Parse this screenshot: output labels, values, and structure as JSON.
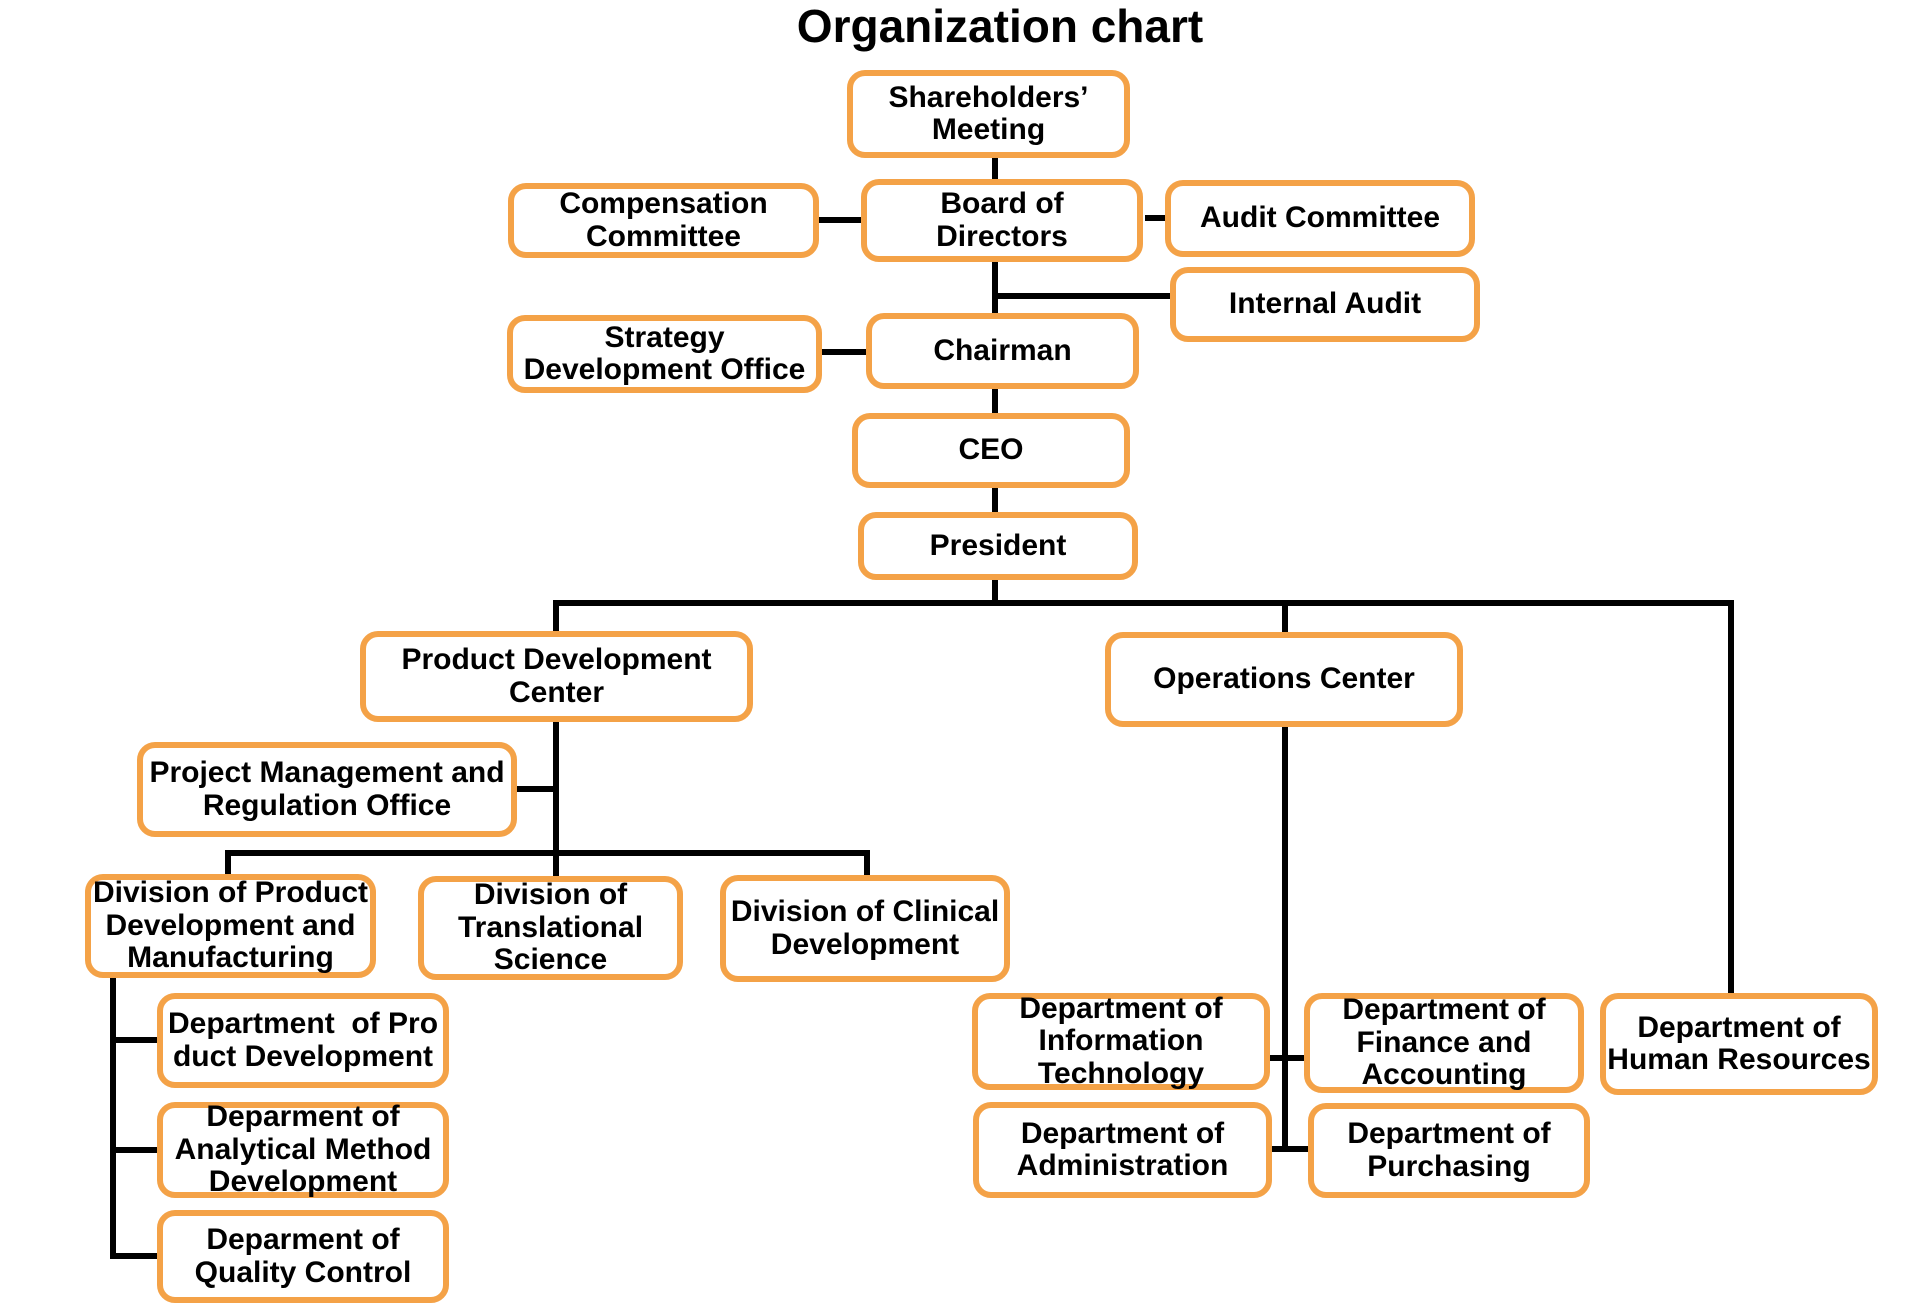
{
  "title": "Organization chart",
  "colors": {
    "accent": "#F4A247",
    "line": "#000000",
    "text": "#000000",
    "background": "#FFFFFF"
  },
  "nodes": {
    "shareholders_meeting": {
      "label": "Shareholders’\nMeeting"
    },
    "compensation_committee": {
      "label": "Compensation\nCommittee"
    },
    "board_of_directors": {
      "label": "Board of\nDirectors"
    },
    "audit_committee": {
      "label": "Audit Committee"
    },
    "internal_audit": {
      "label": "Internal Audit"
    },
    "strategy_development_office": {
      "label": "Strategy\nDevelopment Office"
    },
    "chairman": {
      "label": "Chairman"
    },
    "ceo": {
      "label": "CEO"
    },
    "president": {
      "label": "President"
    },
    "product_development_center": {
      "label": "Product Development\nCenter"
    },
    "operations_center": {
      "label": "Operations Center"
    },
    "project_management_regulation_office": {
      "label": "Project Management and\nRegulation Office"
    },
    "division_product_development_manufacturing": {
      "label": "Division of Product\nDevelopment and\nManufacturing"
    },
    "division_translational_science": {
      "label": "Division of\nTranslational\nScience"
    },
    "division_clinical_development": {
      "label": "Division of Clinical\nDevelopment"
    },
    "department_product_development": {
      "label": "Department  of Pro\nduct Development"
    },
    "department_analytical_method_development": {
      "label": "Deparment of\nAnalytical Method\nDevelopment"
    },
    "department_quality_control": {
      "label": "Deparment of\nQuality Control"
    },
    "department_information_technology": {
      "label": "Department of\nInformation\nTechnology"
    },
    "department_finance_accounting": {
      "label": "Department of\nFinance and\nAccounting"
    },
    "department_human_resources": {
      "label": "Department of\nHuman Resources"
    },
    "department_administration": {
      "label": "Department of\nAdministration"
    },
    "department_purchasing": {
      "label": "Department of\nPurchasing"
    }
  }
}
